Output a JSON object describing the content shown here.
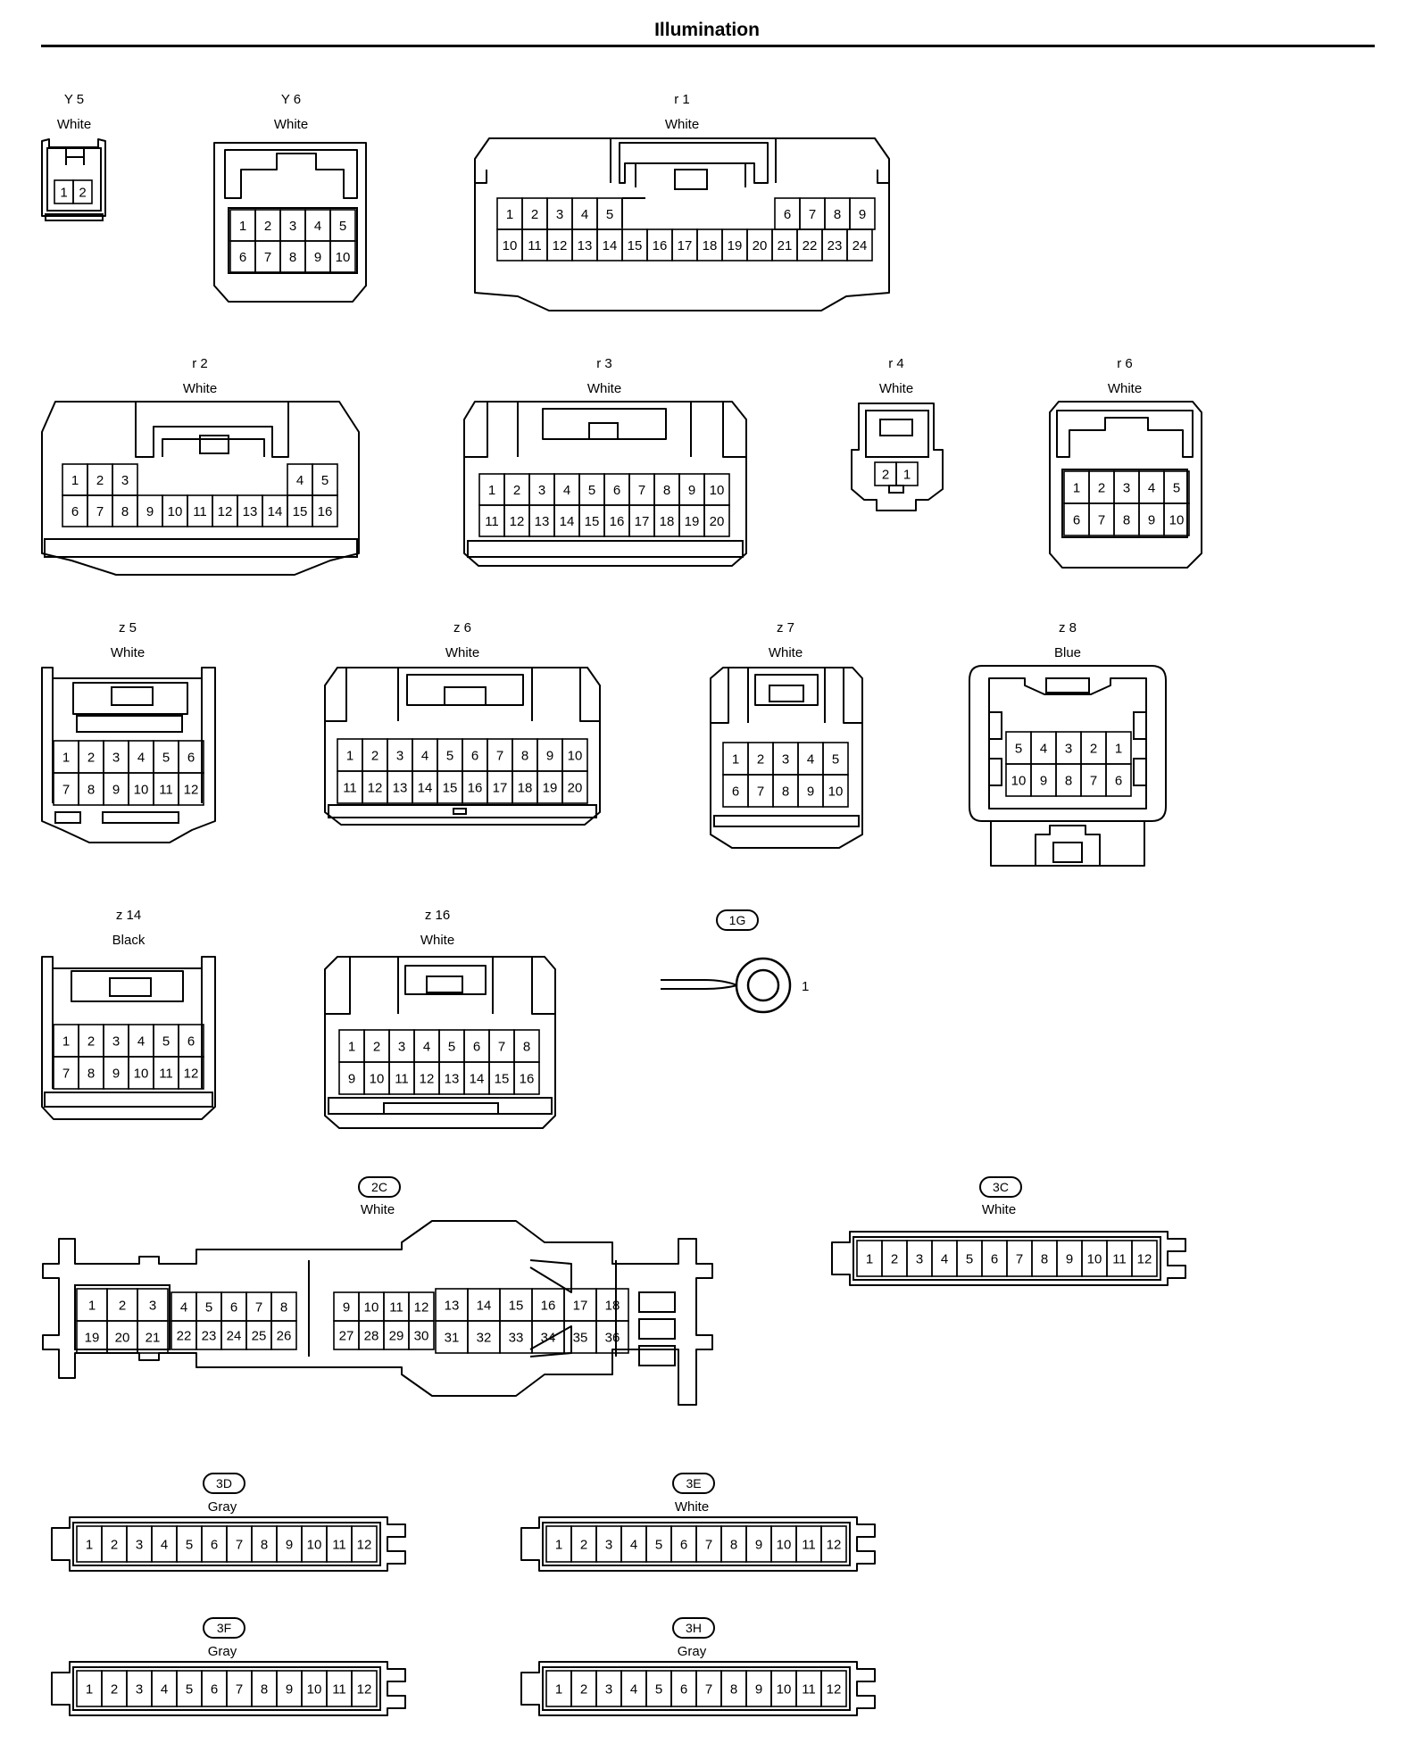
{
  "page": {
    "title": "Illumination"
  },
  "connectors": [
    {
      "id": "y5",
      "name": "Y 5",
      "color": "White",
      "pins": [
        "1",
        "2"
      ]
    },
    {
      "id": "y6",
      "name": "Y 6",
      "color": "White",
      "pins": [
        "1",
        "2",
        "3",
        "4",
        "5",
        "6",
        "7",
        "8",
        "9",
        "10"
      ]
    },
    {
      "id": "r1",
      "name": "r 1",
      "color": "White",
      "pins": [
        "1",
        "2",
        "3",
        "4",
        "5",
        "6",
        "7",
        "8",
        "9",
        "10",
        "11",
        "12",
        "13",
        "14",
        "15",
        "16",
        "17",
        "18",
        "19",
        "20",
        "21",
        "22",
        "23",
        "24"
      ]
    },
    {
      "id": "r2",
      "name": "r 2",
      "color": "White",
      "pins": [
        "1",
        "2",
        "3",
        "4",
        "5",
        "6",
        "7",
        "8",
        "9",
        "10",
        "11",
        "12",
        "13",
        "14",
        "15",
        "16"
      ]
    },
    {
      "id": "r3",
      "name": "r 3",
      "color": "White",
      "pins": [
        "1",
        "2",
        "3",
        "4",
        "5",
        "6",
        "7",
        "8",
        "9",
        "10",
        "11",
        "12",
        "13",
        "14",
        "15",
        "16",
        "17",
        "18",
        "19",
        "20"
      ]
    },
    {
      "id": "r4",
      "name": "r 4",
      "color": "White",
      "pins": [
        "2",
        "1"
      ]
    },
    {
      "id": "r6",
      "name": "r 6",
      "color": "White",
      "pins": [
        "1",
        "2",
        "3",
        "4",
        "5",
        "6",
        "7",
        "8",
        "9",
        "10"
      ]
    },
    {
      "id": "z5",
      "name": "z 5",
      "color": "White",
      "pins": [
        "1",
        "2",
        "3",
        "4",
        "5",
        "6",
        "7",
        "8",
        "9",
        "10",
        "11",
        "12"
      ]
    },
    {
      "id": "z6",
      "name": "z 6",
      "color": "White",
      "pins": [
        "1",
        "2",
        "3",
        "4",
        "5",
        "6",
        "7",
        "8",
        "9",
        "10",
        "11",
        "12",
        "13",
        "14",
        "15",
        "16",
        "17",
        "18",
        "19",
        "20"
      ]
    },
    {
      "id": "z7",
      "name": "z 7",
      "color": "White",
      "pins": [
        "1",
        "2",
        "3",
        "4",
        "5",
        "6",
        "7",
        "8",
        "9",
        "10"
      ]
    },
    {
      "id": "z8",
      "name": "z 8",
      "color": "Blue",
      "pins": [
        "5",
        "4",
        "3",
        "2",
        "1",
        "10",
        "9",
        "8",
        "7",
        "6"
      ]
    },
    {
      "id": "z14",
      "name": "z 14",
      "color": "Black",
      "pins": [
        "1",
        "2",
        "3",
        "4",
        "5",
        "6",
        "7",
        "8",
        "9",
        "10",
        "11",
        "12"
      ]
    },
    {
      "id": "z16",
      "name": "z 16",
      "color": "White",
      "pins": [
        "1",
        "2",
        "3",
        "4",
        "5",
        "6",
        "7",
        "8",
        "9",
        "10",
        "11",
        "12",
        "13",
        "14",
        "15",
        "16"
      ]
    },
    {
      "id": "1g",
      "name": "1G",
      "color": "",
      "pins": [
        "1"
      ]
    },
    {
      "id": "2c",
      "name": "2C",
      "color": "White",
      "pins": [
        "1",
        "2",
        "3",
        "4",
        "5",
        "6",
        "7",
        "8",
        "9",
        "10",
        "11",
        "12",
        "13",
        "14",
        "15",
        "16",
        "17",
        "18",
        "19",
        "20",
        "21",
        "22",
        "23",
        "24",
        "25",
        "26",
        "27",
        "28",
        "29",
        "30",
        "31",
        "32",
        "33",
        "34",
        "35",
        "36"
      ]
    },
    {
      "id": "3c",
      "name": "3C",
      "color": "White",
      "pins": [
        "1",
        "2",
        "3",
        "4",
        "5",
        "6",
        "7",
        "8",
        "9",
        "10",
        "11",
        "12"
      ]
    },
    {
      "id": "3d",
      "name": "3D",
      "color": "Gray",
      "pins": [
        "1",
        "2",
        "3",
        "4",
        "5",
        "6",
        "7",
        "8",
        "9",
        "10",
        "11",
        "12"
      ]
    },
    {
      "id": "3e",
      "name": "3E",
      "color": "White",
      "pins": [
        "1",
        "2",
        "3",
        "4",
        "5",
        "6",
        "7",
        "8",
        "9",
        "10",
        "11",
        "12"
      ]
    },
    {
      "id": "3f",
      "name": "3F",
      "color": "Gray",
      "pins": [
        "1",
        "2",
        "3",
        "4",
        "5",
        "6",
        "7",
        "8",
        "9",
        "10",
        "11",
        "12"
      ]
    },
    {
      "id": "3h",
      "name": "3H",
      "color": "Gray",
      "pins": [
        "1",
        "2",
        "3",
        "4",
        "5",
        "6",
        "7",
        "8",
        "9",
        "10",
        "11",
        "12"
      ]
    }
  ]
}
